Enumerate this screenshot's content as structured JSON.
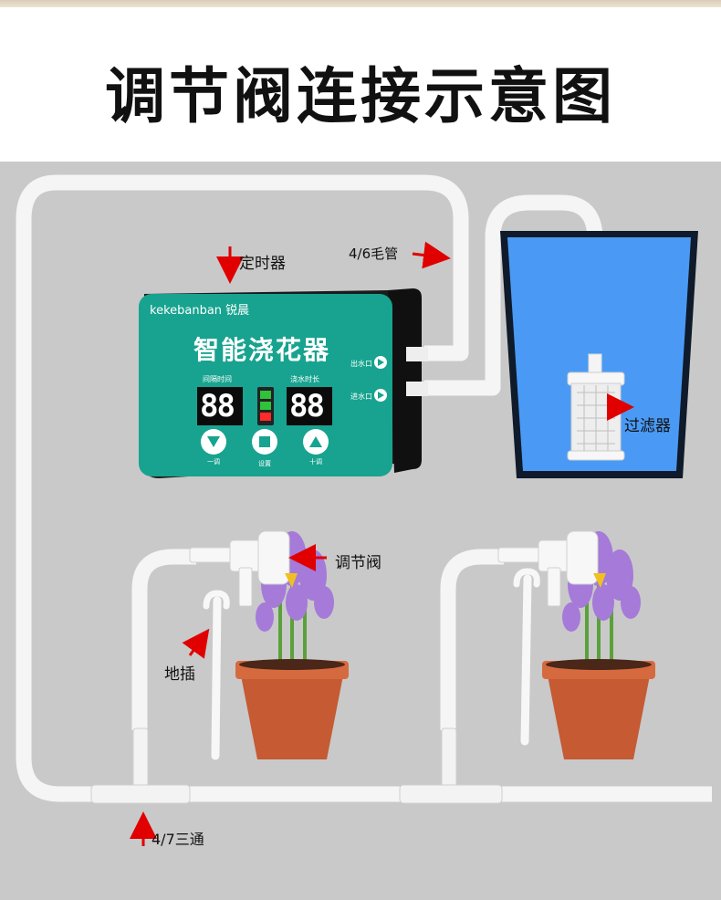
{
  "title": "调节阀连接示意图",
  "device": {
    "brand": "kekebanban 锐晨",
    "name": "智能浇花器",
    "interval_label": "间隔时间",
    "duration_label": "浇水时长",
    "display_left": "88",
    "display_right": "88",
    "minus_label": "一调",
    "set_label": "设置",
    "plus_label": "十调",
    "outlet_label": "出水口",
    "inlet_label": "进水口"
  },
  "labels": {
    "timer": "定时器",
    "hose": "4/6毛管",
    "filter": "过滤器",
    "valve": "调节阀",
    "stake": "地插",
    "tee": "4/7三通"
  },
  "colors": {
    "device_green": "#17a38f",
    "water_blue": "#4a9af5",
    "arrow_red": "#e00000",
    "pot": "#c55a33",
    "flower": "#a57ad9"
  }
}
